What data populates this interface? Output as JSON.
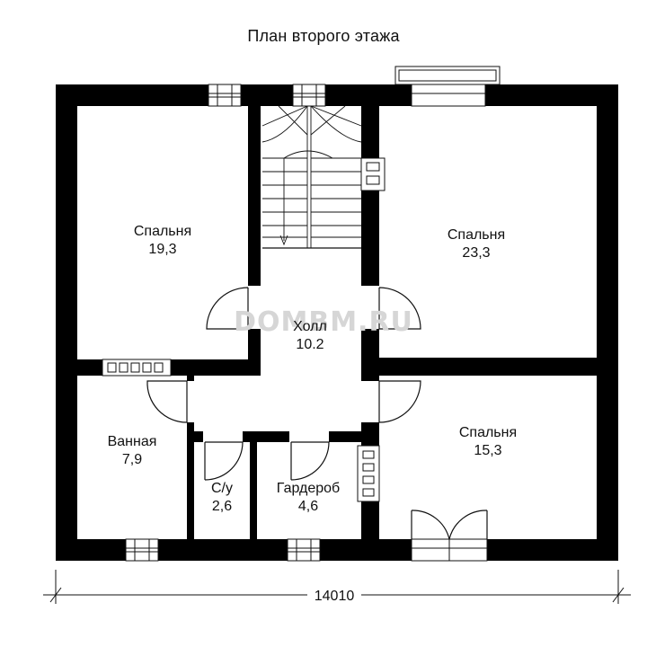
{
  "plan": {
    "title": "План второго этажа",
    "watermark": "DOMBM.RU",
    "dimension": "14010",
    "rooms": [
      {
        "name": "Спальня",
        "area": "19,3"
      },
      {
        "name": "Спальня",
        "area": "23,3"
      },
      {
        "name": "Холл",
        "area": "10.2"
      },
      {
        "name": "Ванная",
        "area": "7,9"
      },
      {
        "name": "Спальня",
        "area": "15,3"
      },
      {
        "name": "С/у",
        "area": "2,6"
      },
      {
        "name": "Гардероб",
        "area": "4,6"
      }
    ],
    "colors": {
      "wall": "#000000",
      "line": "#111111",
      "watermark": "#d6d6d6"
    }
  }
}
